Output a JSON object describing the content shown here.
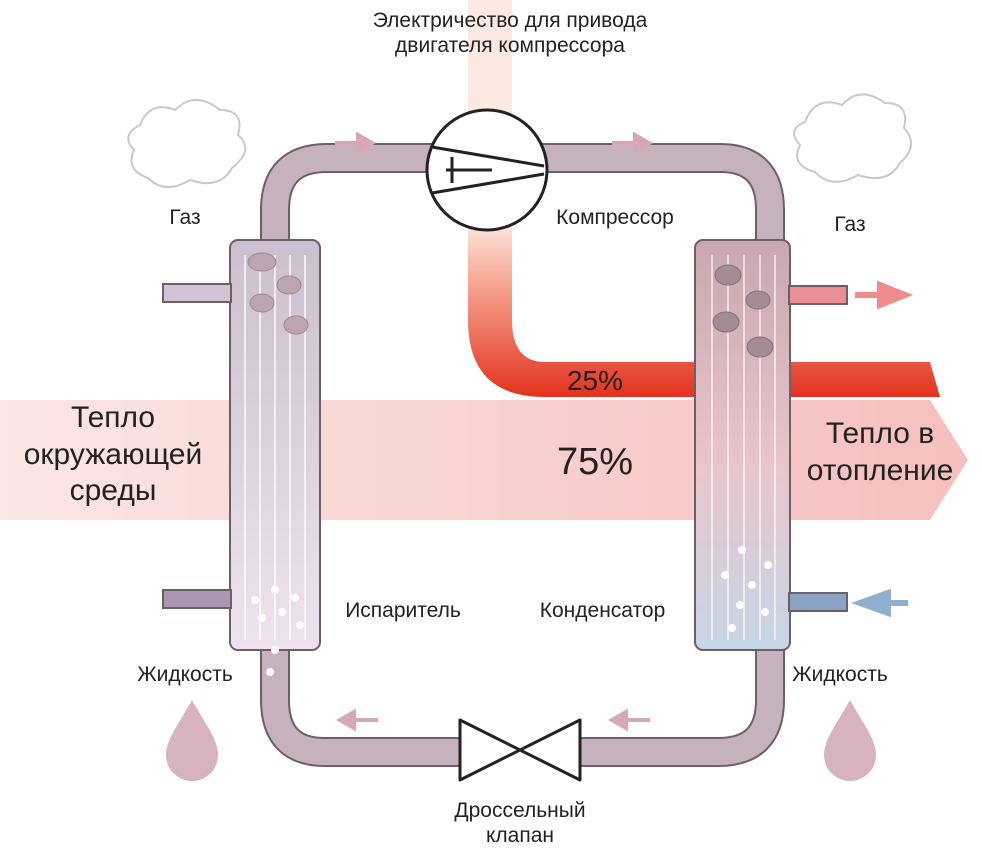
{
  "labels": {
    "electricity": "Электричество для привода\nдвигателя компрессора",
    "gas_left": "Газ",
    "gas_right": "Газ",
    "compressor": "Компрессор",
    "percent_electric": "25%",
    "percent_ambient": "75%",
    "ambient_heat": "Тепло\nокружающей\nсреды",
    "heating_heat": "Тепло в\nотопление",
    "evaporator": "Испаритель",
    "condenser": "Конденсатор",
    "liquid_left": "Жидкость",
    "liquid_right": "Жидкость",
    "throttle_valve": "Дроссельный\nклапан"
  },
  "colors": {
    "pipe": "#bfa6b2",
    "pipe_outline": "#6e5e66",
    "ambient_arrow": "#f6c9c5",
    "electric_arrow": "#e3321e",
    "flow_arrow": "#d6a8b6",
    "hot_arrow": "#ef8a8e",
    "cold_arrow": "#8fb0cc",
    "droplet": "#c99aa8"
  },
  "icons": {
    "cloud": "cloud-icon",
    "droplet": "droplet-icon",
    "compressor": "compressor-symbol",
    "valve": "valve-symbol"
  }
}
